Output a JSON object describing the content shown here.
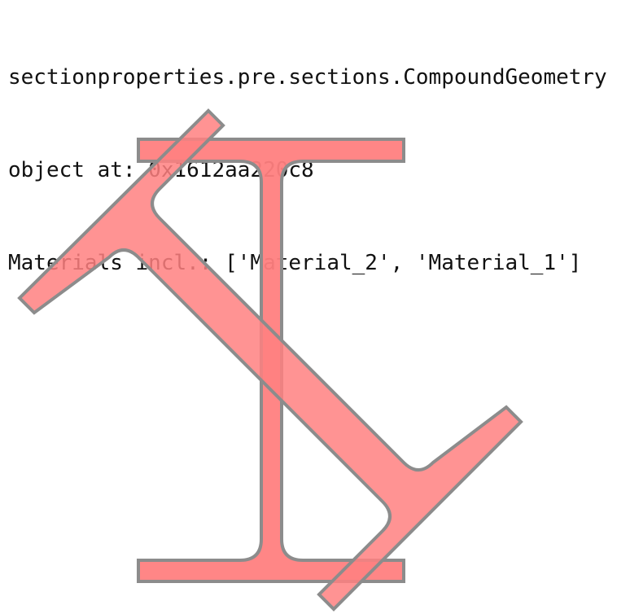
{
  "repr": {
    "line1": "sectionproperties.pre.sections.CompoundGeometry",
    "line2": "object at: 0x1612aa220c8",
    "line3": "Materials incl.: ['Material_2', 'Material_1']"
  },
  "materials": [
    {
      "name": "Material_2",
      "fill": "#ff8080",
      "stroke": "#8c8c8c"
    },
    {
      "name": "Material_1",
      "fill": "#ff8080",
      "stroke": "#8c8c8c"
    }
  ]
}
